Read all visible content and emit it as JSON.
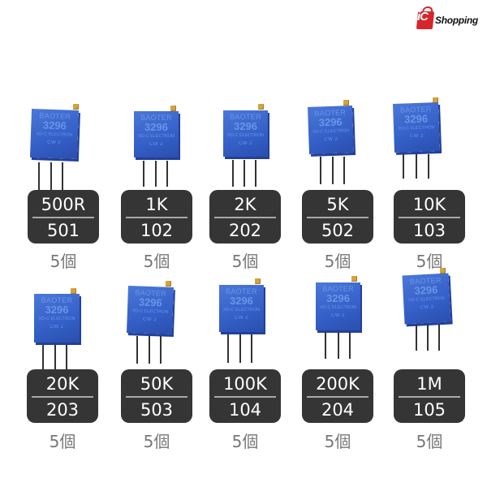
{
  "brand": {
    "logo_mark": "iC",
    "logo_text": "Shopping",
    "accent_color": "#d7262b"
  },
  "product": {
    "marking_brand": "BAOTER",
    "marking_model": "3296",
    "marking_line3": "XD-C ELECTRON",
    "marking_line4": "CW  2"
  },
  "items": [
    {
      "value": "500R",
      "code": "501",
      "qty": "5個"
    },
    {
      "value": "1K",
      "code": "102",
      "qty": "5個"
    },
    {
      "value": "2K",
      "code": "202",
      "qty": "5個"
    },
    {
      "value": "5K",
      "code": "502",
      "qty": "5個"
    },
    {
      "value": "10K",
      "code": "103",
      "qty": "5個"
    },
    {
      "value": "20K",
      "code": "203",
      "qty": "5個"
    },
    {
      "value": "50K",
      "code": "503",
      "qty": "5個"
    },
    {
      "value": "100K",
      "code": "104",
      "qty": "5個"
    },
    {
      "value": "200K",
      "code": "204",
      "qty": "5個"
    },
    {
      "value": "1M",
      "code": "105",
      "qty": "5個"
    }
  ]
}
